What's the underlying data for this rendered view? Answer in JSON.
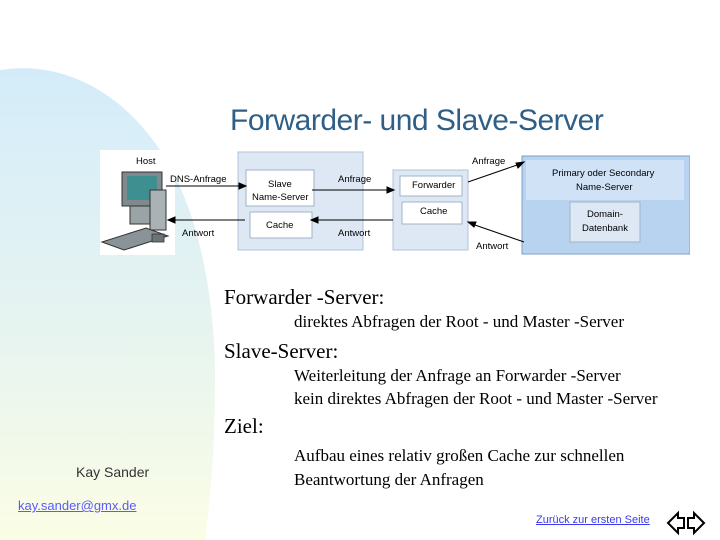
{
  "title": "Forwarder- und Slave-Server",
  "diagram": {
    "host_label": "Host",
    "dns_query_label": "DNS-Anfrage",
    "slave_server_label_1": "Slave",
    "slave_server_label_2": "Name-Server",
    "cache_label_left": "Cache",
    "request_label_1": "Anfrage",
    "forwarder_label": "Forwarder",
    "cache_label_right": "Cache",
    "request_label_2": "Anfrage",
    "primary_label_1": "Primary oder Secondary",
    "primary_label_2": "Name-Server",
    "domain_db_label_1": "Domain-",
    "domain_db_label_2": "Datenbank",
    "answer_label_1": "Antwort",
    "answer_label_2": "Antwort",
    "answer_label_3": "Antwort",
    "colors": {
      "panel": "#dde8f4",
      "box": "#ffffff",
      "blue_panel": "#b7d3f0",
      "bg_blob": "#d8eef8",
      "bg_blob_green": "#fcfde0"
    }
  },
  "sections": {
    "forwarder_heading": "Forwarder -Server:",
    "forwarder_line1": "direktes Abfragen der    Root - und  Master -Server",
    "slave_heading": "Slave-Server:",
    "slave_line1": "Weiterleitung der Anfrage an    Forwarder -Server",
    "slave_line2": "kein direktes Abfragen der   Root - und  Master -Server",
    "goal_heading": "Ziel:",
    "goal_line1": "Aufbau eines relativ großen Cache zur schnellen",
    "goal_line2": "Beantwortung der Anfragen"
  },
  "footer": {
    "author": "Kay Sander",
    "email": "kay.sander@gmx.de",
    "back_link": "Zurück zur ersten Seite",
    "nav_icon": "back-forward-arrows-icon"
  }
}
